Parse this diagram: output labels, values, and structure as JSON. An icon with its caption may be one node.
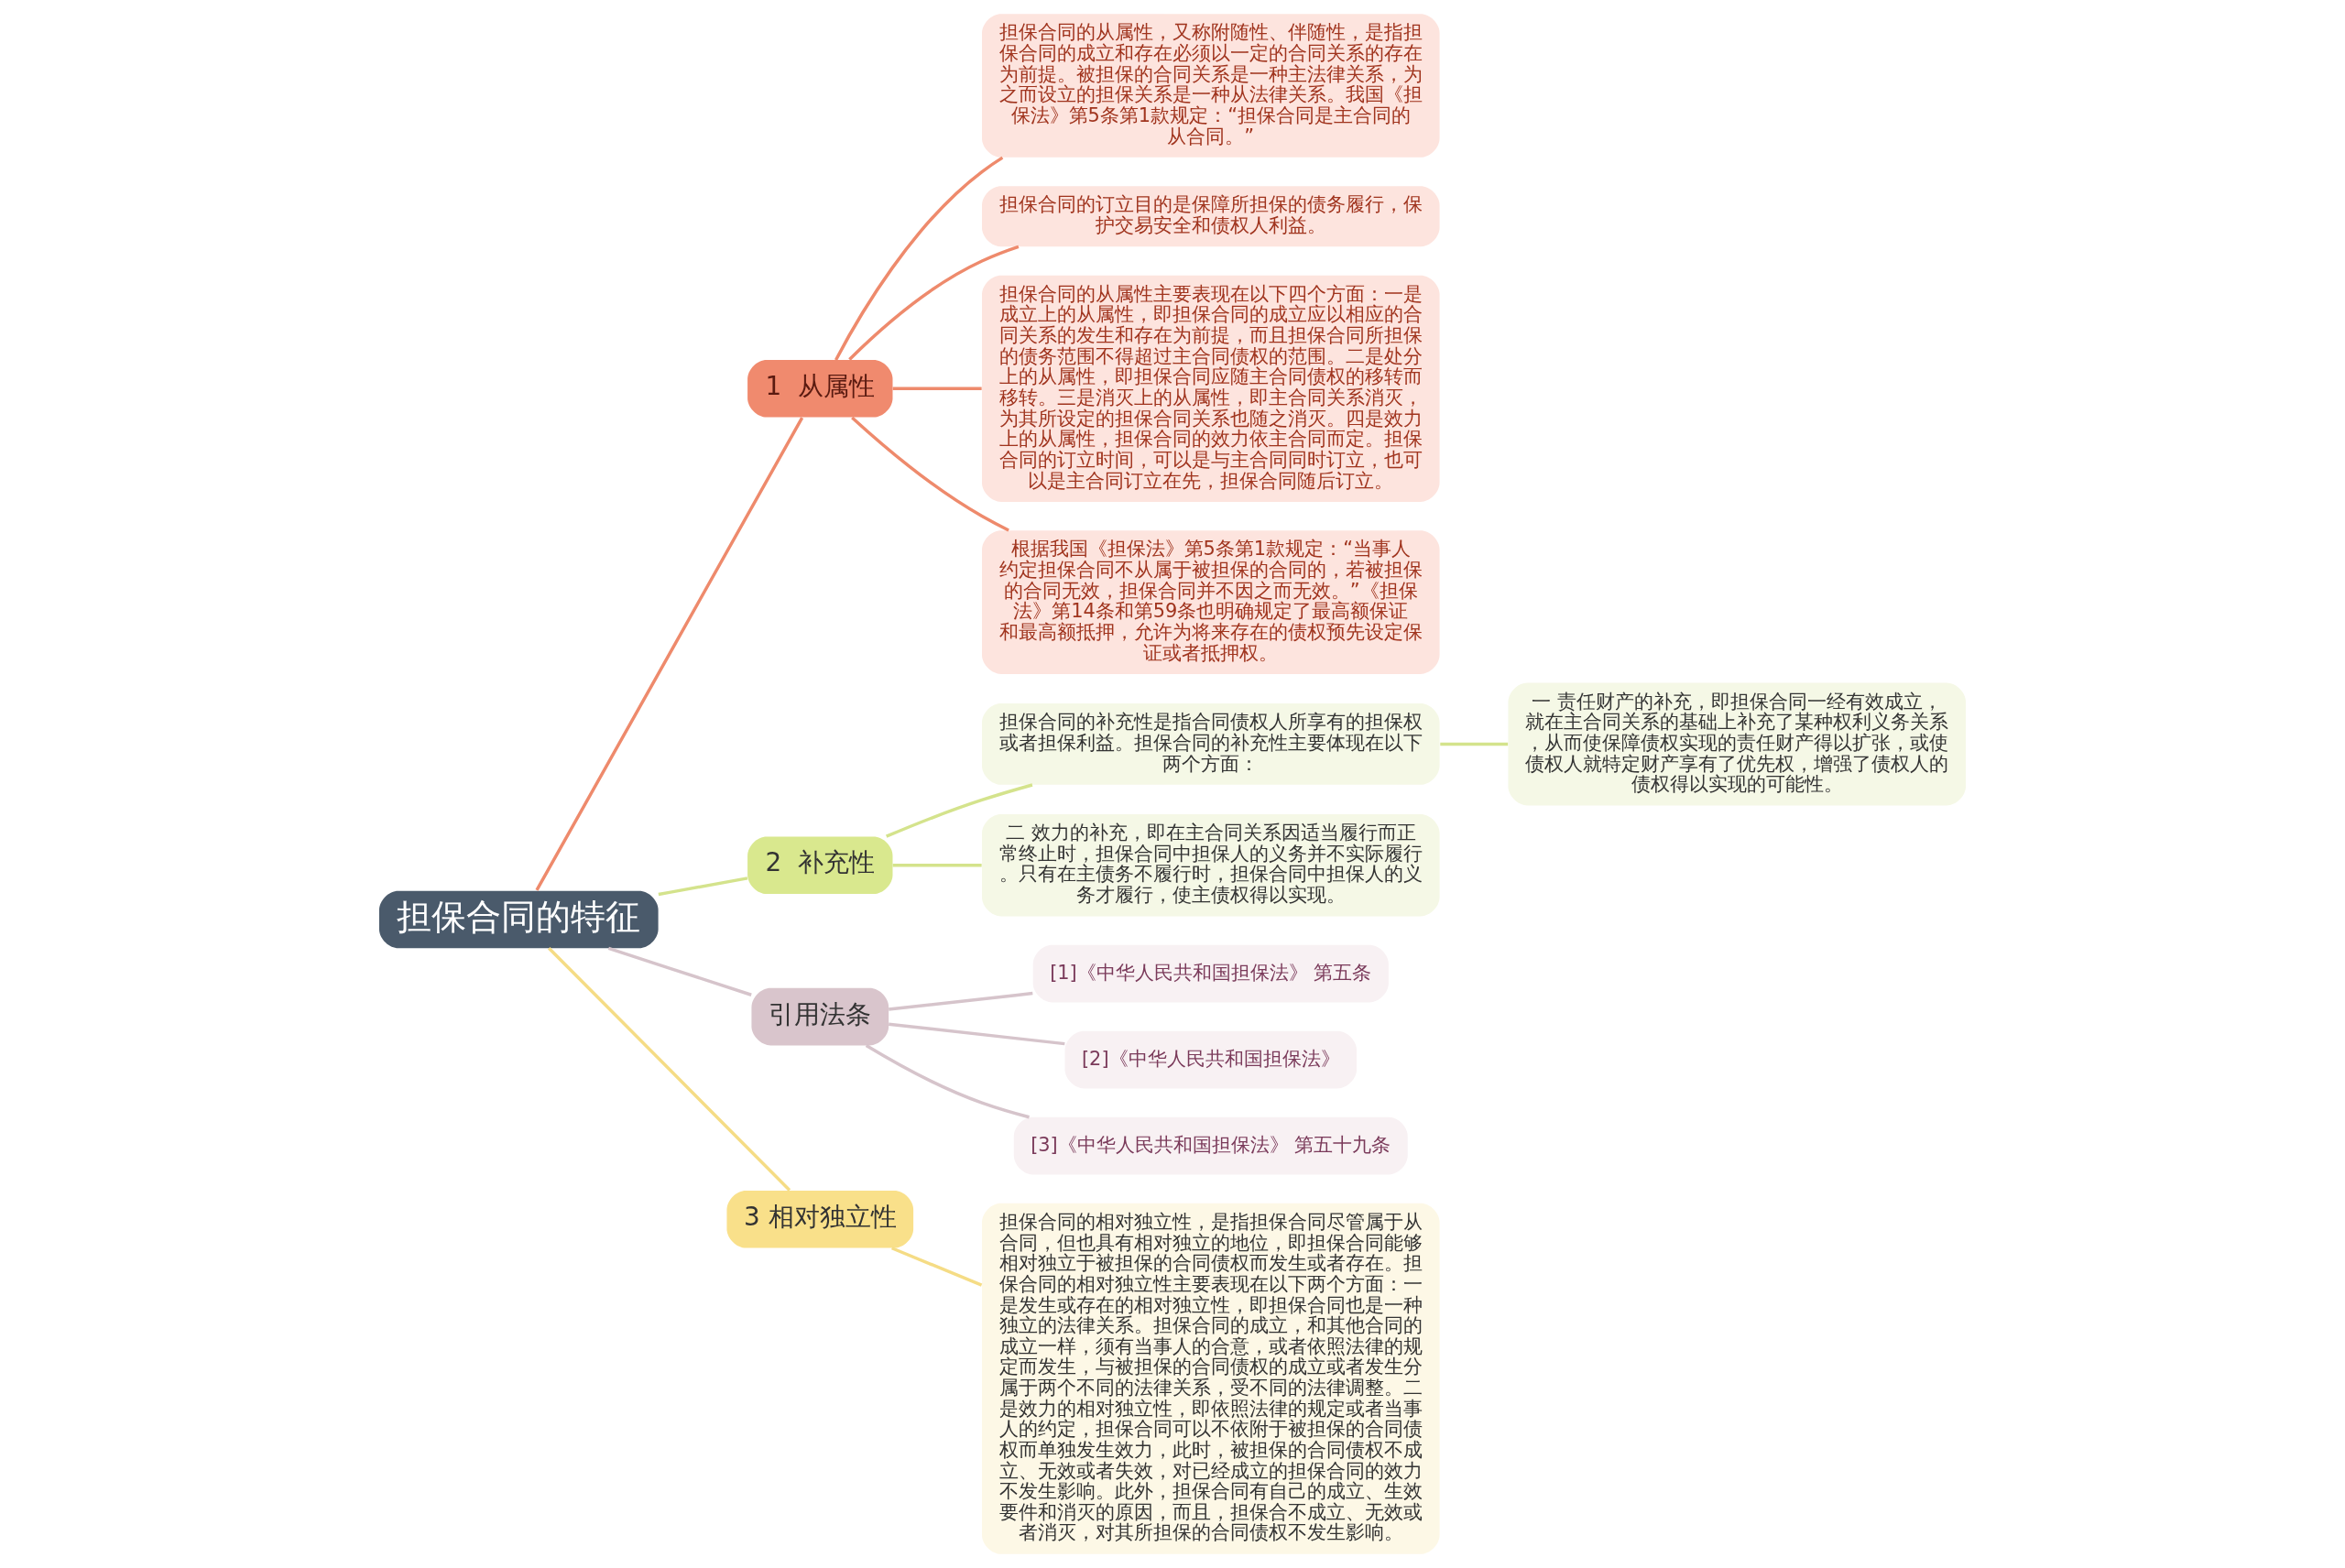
{
  "diagram": {
    "nodes": [
      {
        "text": [
          "担保合同的特征"
        ]
      },
      {
        "text": [
          "1  从属性"
        ]
      },
      {
        "text": [
          "担保合同的从属性，又称附随性、伴随性，是指担保合同的成立和存在必须以一定的合同关系的存在为前提。被担保的合同关系是一种主法律关系，为之而设立的担保关系是一种从法律关系。我国《担保法》第5条第1款规定：“担保合同是主合同的从合同。”"
        ]
      },
      {
        "text": [
          "担保合同的订立目的是保障所担保的债务履行，保护交易安全和债权人利益。"
        ]
      },
      {
        "text": [
          "担保合同的从属性主要表现在以下四个方面：一是成立上的从属性，即担保合同的成立应以相应的合同关系的发生和存在为前提，而且担保合同所担保的债务范围不得超过主合同债权的范围。二是处分上的从属性，即担保合同应随主合同债权的移转而移转。三是消灭上的从属性，即主合同关系消灭，为其所设定的担保合同关系也随之消灭。四是效力上的从属性，担保合同的效力依主合同而定。担保合同的订立时间，可以是与主合同同时订立，也可以是主合同订立在先，担保合同随后订立。"
        ]
      },
      {
        "text": [
          "根据我国《担保法》第5条第1款规定：“当事人约定担保合同不从属于被担保的合同的，若被担保的合同无效，担保合同并不因之而无效。”《担保法》第14条和第59条也明确规定了最高额保证和最高额抵押，允许为将来存在的债权预先设定保证或者抵押权。"
        ]
      },
      {
        "text": [
          "2  补充性"
        ]
      },
      {
        "text": [
          "担保合同的补充性是指合同债权人所享有的担保权或者担保利益。担保合同的补充性主要体现在以下两个方面："
        ]
      },
      {
        "text": [
          "一 责任财产的补充，即担保合同一经有效成立，就在主合同关系的基础上补充了某种权利义务关系，从而使保障债权实现的责任财产得以扩张，或使债权人就特定财产享有了优先权，增强了债权人的债权得以实现的可能性。"
        ]
      },
      {
        "text": [
          "二 效力的补充，即在主合同关系因适当履行而正常终止时，担保合同中担保人的义务并不实际履行。只有在主债务不履行时，担保合同中担保人的义务才履行，使主债权得以实现。"
        ]
      },
      {
        "text": [
          "引用法条"
        ]
      },
      {
        "text": [
          "[1]《中华人民共和国担保法》 第五条"
        ]
      },
      {
        "text": [
          "[2]《中华人民共和国担保法》"
        ]
      },
      {
        "text": [
          "[3]《中华人民共和国担保法》 第五十九条"
        ]
      },
      {
        "text": [
          "3 相对独立性"
        ]
      },
      {
        "text": [
          "担保合同的相对独立性，是指担保合同尽管属于从合同，但也具有相对独立的地位，即担保合同能够相对独立于被担保的合同债权而发生或者存在。担保合同的相对独立性主要表现在以下两个方面：一是发生或存在的相对独立性，即担保合同也是一种独立的法律关系。担保合同的成立，和其他合同的成立一样，须有当事人的合意，或者依照法律的规定而发生，与被担保的合同债权的成立或者发生分属于两个不同的法律关系，受不同的法律调整。二是效力的相对独立性，即依照法律的规定或者当事人的约定，担保合同可以不依附于被担保的合同债权而单独发生效力，此时，被担保的合同债权不成立、无效或者失效，对已经成立的担保合同的效力不发生影响。此外，担保合同有自己的成立、生效要件和消灭的原因，而且，担保合不成立、无效或者消灭，对其所担保的合同债权不发生影响。"
        ]
      }
    ],
    "edges": [
      {
        "from": 0,
        "to": 1,
        "arrow": "none",
        "color": "#ee8a6c"
      },
      {
        "from": 1,
        "to": 2,
        "arrow": "none",
        "color": "#ee8a6c"
      },
      {
        "from": 1,
        "to": 3,
        "arrow": "none",
        "color": "#ee8a6c"
      },
      {
        "from": 1,
        "to": 4,
        "arrow": "none",
        "color": "#ee8a6c"
      },
      {
        "from": 1,
        "to": 5,
        "arrow": "none",
        "color": "#ee8a6c"
      },
      {
        "from": 0,
        "to": 6,
        "arrow": "none",
        "color": "#d4e38c"
      },
      {
        "from": 6,
        "to": 7,
        "arrow": "none",
        "color": "#d4e38c"
      },
      {
        "from": 7,
        "to": 8,
        "arrow": "none",
        "color": "#d4e38c"
      },
      {
        "from": 6,
        "to": 9,
        "arrow": "none",
        "color": "#d4e38c"
      },
      {
        "from": 0,
        "to": 10,
        "arrow": "none",
        "color": "#d6c4cb"
      },
      {
        "from": 10,
        "to": 11,
        "arrow": "none",
        "color": "#d6c4cb"
      },
      {
        "from": 10,
        "to": 12,
        "arrow": "none",
        "color": "#d6c4cb"
      },
      {
        "from": 10,
        "to": 13,
        "arrow": "none",
        "color": "#d6c4cb"
      },
      {
        "from": 0,
        "to": 14,
        "arrow": "none",
        "color": "#f5dc85"
      },
      {
        "from": 14,
        "to": 15,
        "arrow": "none",
        "color": "#f5dc85"
      }
    ]
  }
}
